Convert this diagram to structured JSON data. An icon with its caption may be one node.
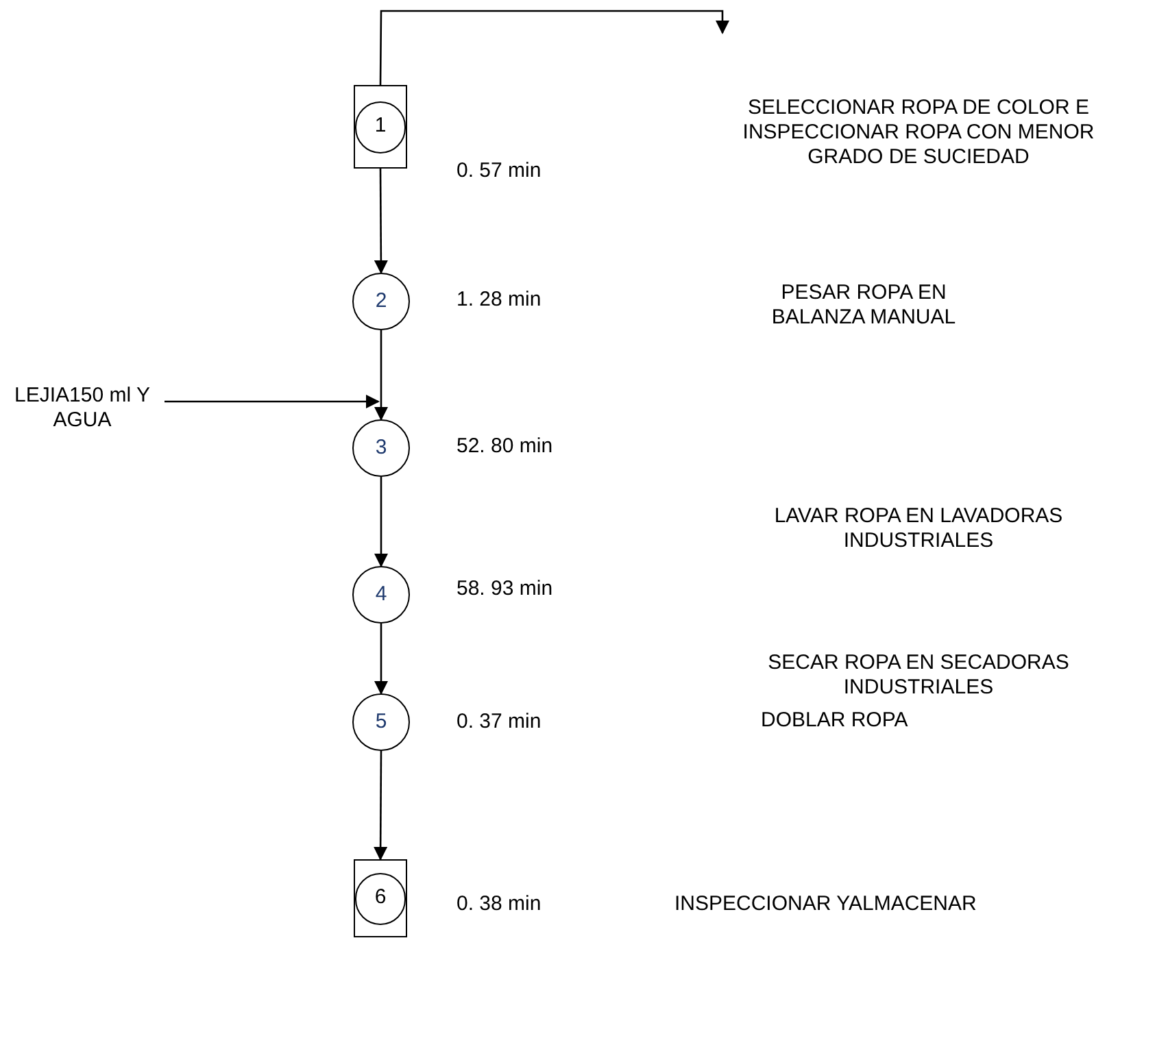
{
  "diagram": {
    "nodes": [
      {
        "text": [
          "1"
        ],
        "beside": [
          "0. 57 min"
        ]
      },
      {
        "text": [
          "2"
        ],
        "beside": [
          "1. 28 min"
        ]
      },
      {
        "text": [
          "3"
        ],
        "beside": [
          "52. 80 min"
        ]
      },
      {
        "text": [
          "4"
        ],
        "beside": [
          "58. 93 min"
        ]
      },
      {
        "text": [
          "5"
        ],
        "beside": [
          "0. 37 min"
        ]
      },
      {
        "text": [
          "6"
        ],
        "beside": [
          "0. 38 min"
        ]
      },
      {
        "text": [
          "LEJIA150 ml  Y AGUA"
        ]
      }
    ],
    "edges": [
      {
        "from": 0,
        "to": null,
        "arrow": "to"
      },
      {
        "from": 0,
        "to": 1,
        "arrow": "to"
      },
      {
        "from": 1,
        "to": 2,
        "arrow": "to"
      },
      {
        "from": 2,
        "to": 3,
        "arrow": "to"
      },
      {
        "from": 3,
        "to": 4,
        "arrow": "to"
      },
      {
        "from": 4,
        "to": 5,
        "arrow": "to"
      },
      {
        "from": 6,
        "to": 2,
        "arrow": "to"
      }
    ],
    "labels": [
      "SELECCIONAR ROPA DE COLOR E INSPECCIONAR ROPA CON MENOR GRADO DE SUCIEDAD",
      "PESAR ROPA EN BALANZA MANUAL",
      "LAVAR ROPA EN LAVADORAS INDUSTRIALES",
      "SECAR ROPA EN SECADORAS INDUSTRIALES",
      "DOBLAR ROPA",
      "INSPECCIONAR YALMACENAR"
    ]
  }
}
